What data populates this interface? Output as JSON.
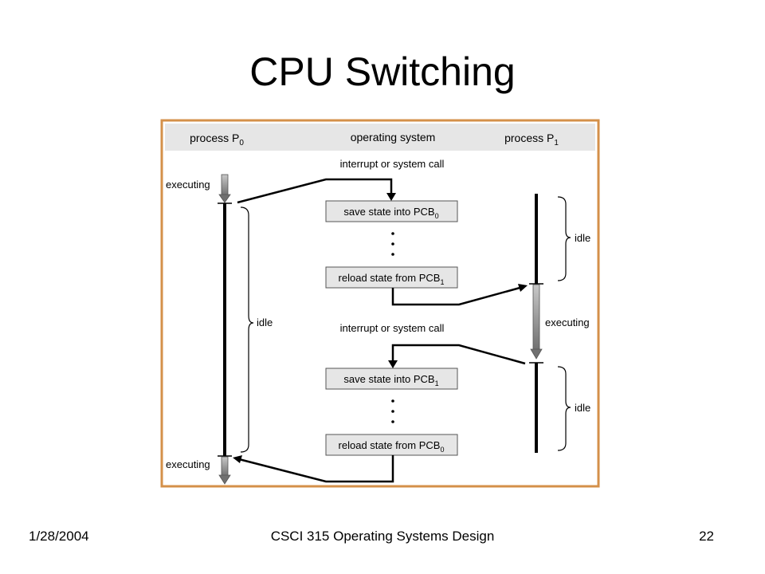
{
  "slide": {
    "title": "CPU Switching",
    "footer": {
      "date": "1/28/2004",
      "course": "CSCI 315 Operating Systems Design",
      "page": "22"
    }
  },
  "diagram": {
    "colors": {
      "frame": "#d4904a",
      "header_band": "#e6e6e6",
      "box_fill": "#e6e6e6",
      "line": "#000000"
    },
    "headers": {
      "p0": {
        "base": "process P",
        "sub": "0"
      },
      "os": "operating system",
      "p1": {
        "base": "process P",
        "sub": "1"
      }
    },
    "interrupt_labels": [
      "interrupt or system call",
      "interrupt or system call"
    ],
    "boxes": [
      {
        "base": "save state into PCB",
        "sub": "0"
      },
      {
        "base": "reload state from PCB",
        "sub": "1"
      },
      {
        "base": "save state into PCB",
        "sub": "1"
      },
      {
        "base": "reload state from PCB",
        "sub": "0"
      }
    ],
    "state_labels": {
      "p0_executing_top": "executing",
      "p0_idle": "idle",
      "p0_executing_bottom": "executing",
      "p1_idle_top": "idle",
      "p1_executing": "executing",
      "p1_idle_bottom": "idle"
    }
  }
}
